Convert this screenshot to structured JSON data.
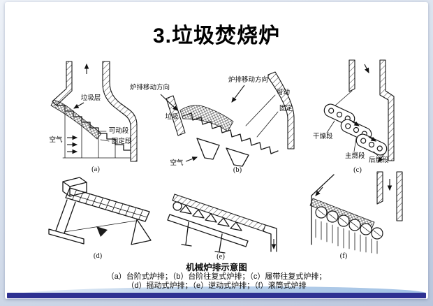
{
  "slide": {
    "title": "3.垃圾焚烧炉",
    "caption": {
      "title": "机械炉排示意图",
      "line1": "（a）台阶式炉排；（b）台阶往复式炉排；（c）履带往复式炉排；",
      "line2": "（d）摇动式炉排；（e）逆动式炉排；（f）滚筒式炉排"
    }
  },
  "diagrams": {
    "a": {
      "tag": "(a)",
      "waste_layer": "垃圾层",
      "movable_section": "可动段",
      "fixed_section": "固定段",
      "air": "空气"
    },
    "b": {
      "tag": "(b)",
      "grate_direction_left": "炉排移动方向",
      "grate_direction_right": "炉排移动方向",
      "movable": "可动",
      "fixed": "固定",
      "waste": "垃圾",
      "air": "空气"
    },
    "c": {
      "tag": "(c)",
      "drying_section": "干燥段",
      "main_combustion_section": "主燃段",
      "after_combustion_section": "后燃段"
    },
    "d": {
      "tag": "(d)"
    },
    "e": {
      "tag": "(e)"
    },
    "f": {
      "tag": "(f)"
    }
  },
  "colors": {
    "accent_bar": "#2e3192",
    "swoosh": "#a2c2e5",
    "line": "#161616",
    "slide_background": "#ffffff"
  }
}
